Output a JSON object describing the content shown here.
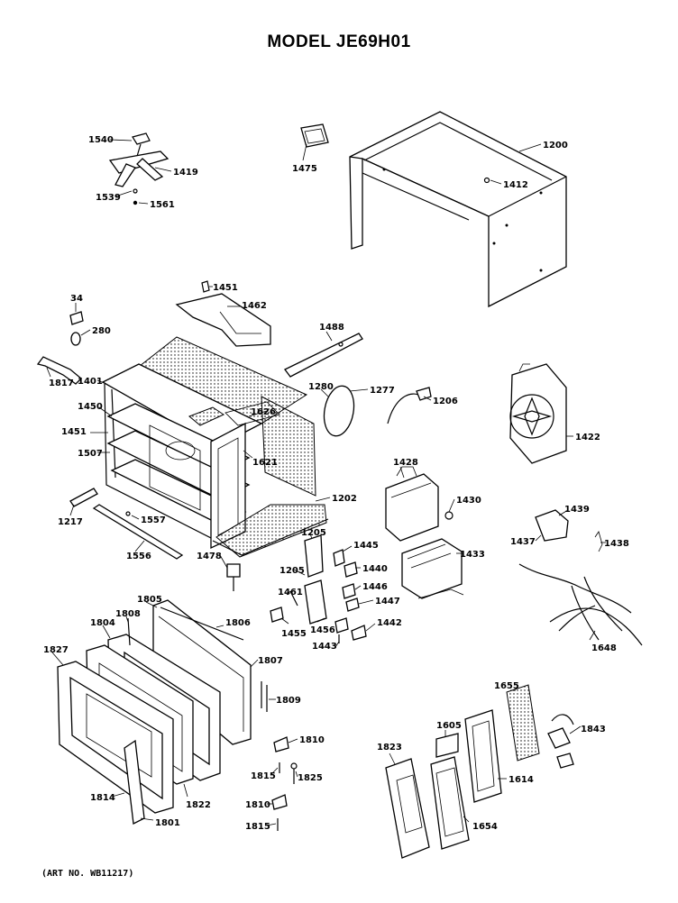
{
  "title": "MODEL JE69H01",
  "footer": "(ART NO. WB11217)",
  "parts": [
    "1540",
    "1419",
    "1539",
    "1561",
    "1475",
    "1200",
    "1412",
    "1451",
    "1462",
    "34",
    "280",
    "1488",
    "1817",
    "1401",
    "1450",
    "1280",
    "1277",
    "1206",
    "1451",
    "1626",
    "1507",
    "1621",
    "1422",
    "1428",
    "1430",
    "1202",
    "1217",
    "1557",
    "1556",
    "1205",
    "1445",
    "1205",
    "1440",
    "1478",
    "1446",
    "1447",
    "1433",
    "1439",
    "1437",
    "1438",
    "1461",
    "1456",
    "1455",
    "1443",
    "1442",
    "1648",
    "1805",
    "1808",
    "1806",
    "1804",
    "1827",
    "1807",
    "1809",
    "1655",
    "1605",
    "1843",
    "1810",
    "1823",
    "1614",
    "1815",
    "1825",
    "1822",
    "1814",
    "1801",
    "1810",
    "1815",
    "1654"
  ]
}
